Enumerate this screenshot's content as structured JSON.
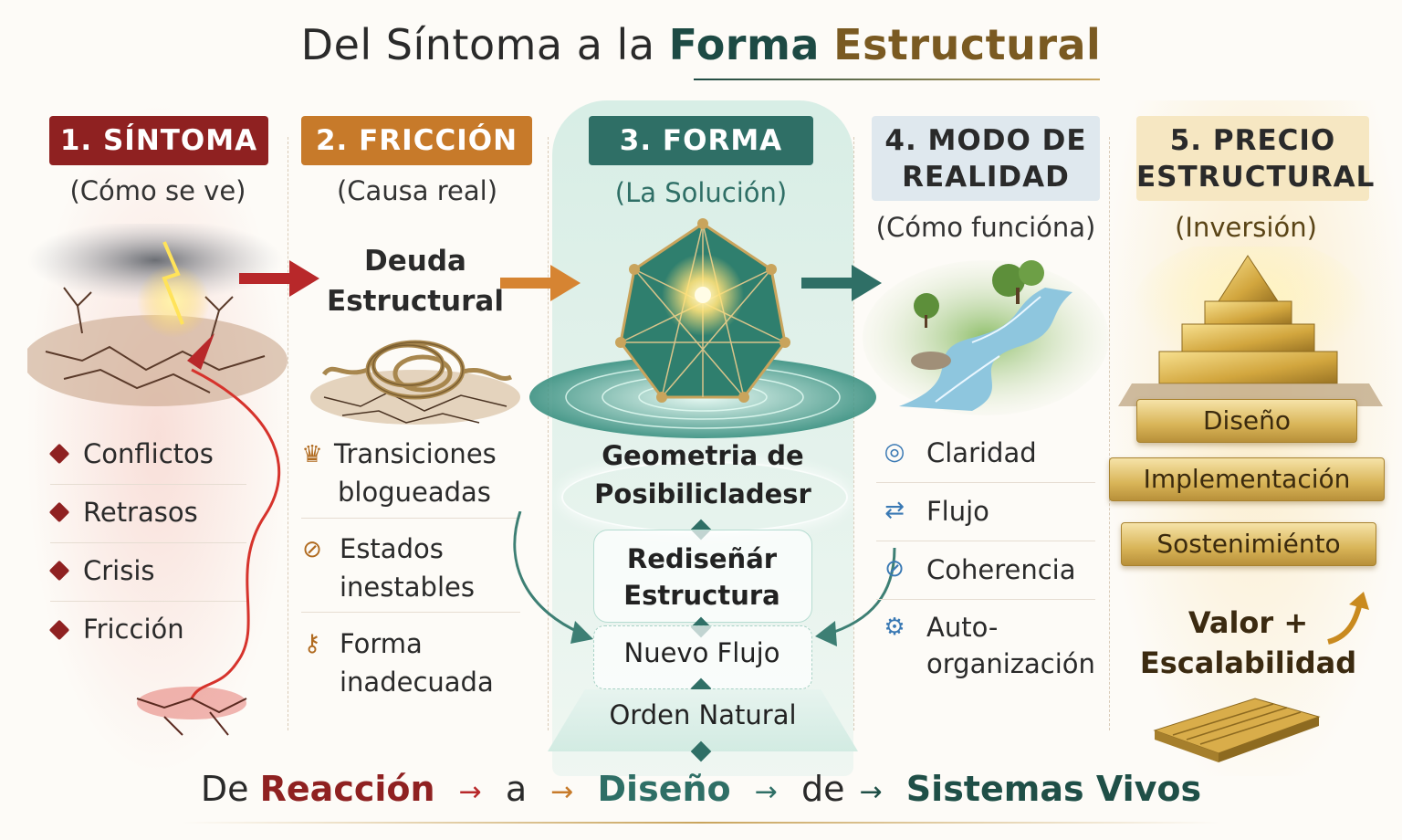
{
  "title": {
    "part1": "Del Síntoma a la",
    "part2": "Forma",
    "part3": "Estructural"
  },
  "columns": [
    {
      "badge": "1. SÍNTOMA",
      "subtitle": "(Cómo se ve)",
      "items": [
        "Conflictos",
        "Retrasos",
        "Crisis",
        "Fricción"
      ]
    },
    {
      "badge": "2. FRICCIÓN",
      "subtitle": "(Causa real)",
      "heading_line1": "Deuda",
      "heading_line2": "Estructural",
      "items": [
        {
          "line1": "Transiciones",
          "line2": "blogueadas",
          "icon": "crown-icon"
        },
        {
          "line1": "Estados",
          "line2": "inestables",
          "icon": "broken-circle-icon"
        },
        {
          "line1": "Forma",
          "line2": "inadecuada",
          "icon": "key-icon"
        }
      ]
    },
    {
      "badge": "3. FORMA",
      "subtitle": "(La Solución)",
      "steps": [
        {
          "line1": "Geometria de",
          "line2": "Posibilicladesr"
        },
        {
          "line1": "Rediseñár",
          "line2": "Estructura"
        },
        {
          "line1": "Nuevo Flujo"
        },
        {
          "line1": "Orden Natural"
        }
      ]
    },
    {
      "badge_line1": "4. MODO DE",
      "badge_line2": "REALIDAD",
      "subtitle": "(Cómo funcióna)",
      "items": [
        {
          "line1": "Claridad",
          "icon": "check-circle-icon"
        },
        {
          "line1": "Flujo",
          "icon": "arrows-icon"
        },
        {
          "line1": "Coherencia",
          "icon": "compass-icon"
        },
        {
          "line1": "Auto-",
          "line2": "organización",
          "icon": "gear-icon"
        }
      ]
    },
    {
      "badge_line1": "5. PRECIO",
      "badge_line2": "ESTRUCTURAL",
      "subtitle": "(Inversión)",
      "tiers": [
        "Diseño",
        "Implementación",
        "Sostenimiénto"
      ],
      "value_line1": "Valor +",
      "value_line2": "Escalabilidad"
    }
  ],
  "bottom": {
    "w0": "De",
    "w1": "Reacción",
    "a1": "→",
    "w_a": "a",
    "a2": "→",
    "w2": "Diseño",
    "a3": "→",
    "w_de": "de",
    "a4": "→",
    "w3": "Sistemas Vivos"
  },
  "colors": {
    "sintoma": "#8f2121",
    "friccion": "#c77a2a",
    "forma": "#2f6f66",
    "realidad": "#dfe8ee",
    "precio": "#f6e7c2"
  }
}
